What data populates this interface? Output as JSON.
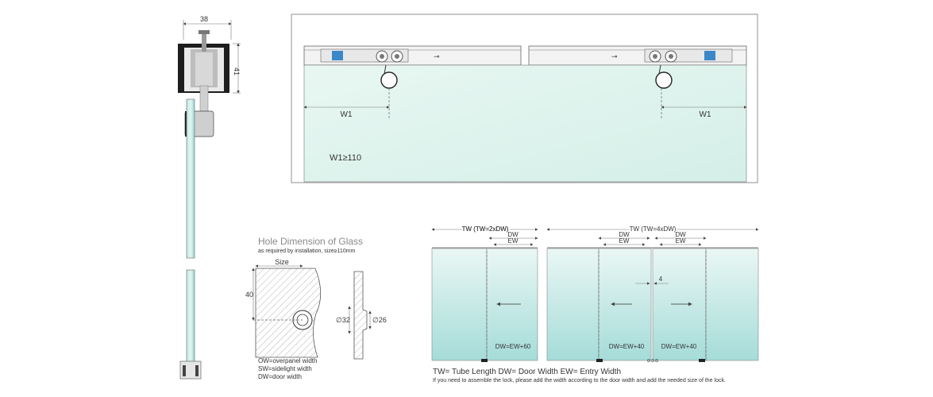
{
  "profile": {
    "width_dim": "38",
    "height_dim": "41"
  },
  "elevation": {
    "w1_left": "W1",
    "w1_right": "W1",
    "w1_rule": "W1≥110"
  },
  "hole": {
    "title": "Hole Dimension of Glass",
    "subtitle": "as required by installation, size≥110mm",
    "size_label": "Size",
    "height_label": "40",
    "dia_large": "∅32",
    "dia_small": "∅26",
    "legend": [
      "OW=overpanel width",
      "SW=sidelight width",
      "DW=door width"
    ]
  },
  "door_single": {
    "tw": "TW (TW=2xDW)",
    "dw": "DW",
    "ew": "EW",
    "formula": "DW=EW+60"
  },
  "door_double": {
    "tw": "TW (TW=4xDW)",
    "dw_left": "DW",
    "ew_left": "EW",
    "dw_right": "DW",
    "ew_right": "EW",
    "gap": "4",
    "formula_left": "DW=EW+40",
    "formula_right": "DW=EW+40"
  },
  "notes": {
    "legend": "TW= Tube Length  DW= Door Width  EW= Entry Width",
    "lock_note": "If you need to assemble the lock, please add the width according to the door width and add the needed size of the lock."
  },
  "colors": {
    "glass_top": "#e8f6f3",
    "glass_bottom": "#9fd8d6",
    "line": "#555555"
  }
}
